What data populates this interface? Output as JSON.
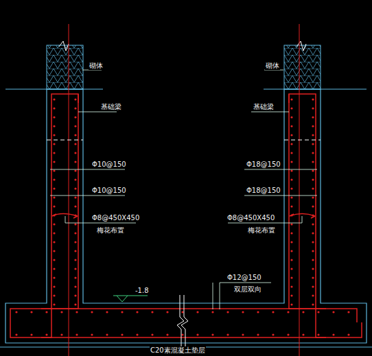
{
  "diagram": {
    "labels": [
      "砌体",
      "砌体",
      "基础梁",
      "基础梁",
      "Φ10@150",
      "Φ18@150",
      "Φ10@150",
      "Φ18@150",
      "Φ8@450X450",
      "Φ8@450X450",
      "梅花布置",
      "梅花布置",
      "-1.8",
      "Φ12@150",
      "双层双向",
      "C20素混凝土垫层"
    ]
  }
}
